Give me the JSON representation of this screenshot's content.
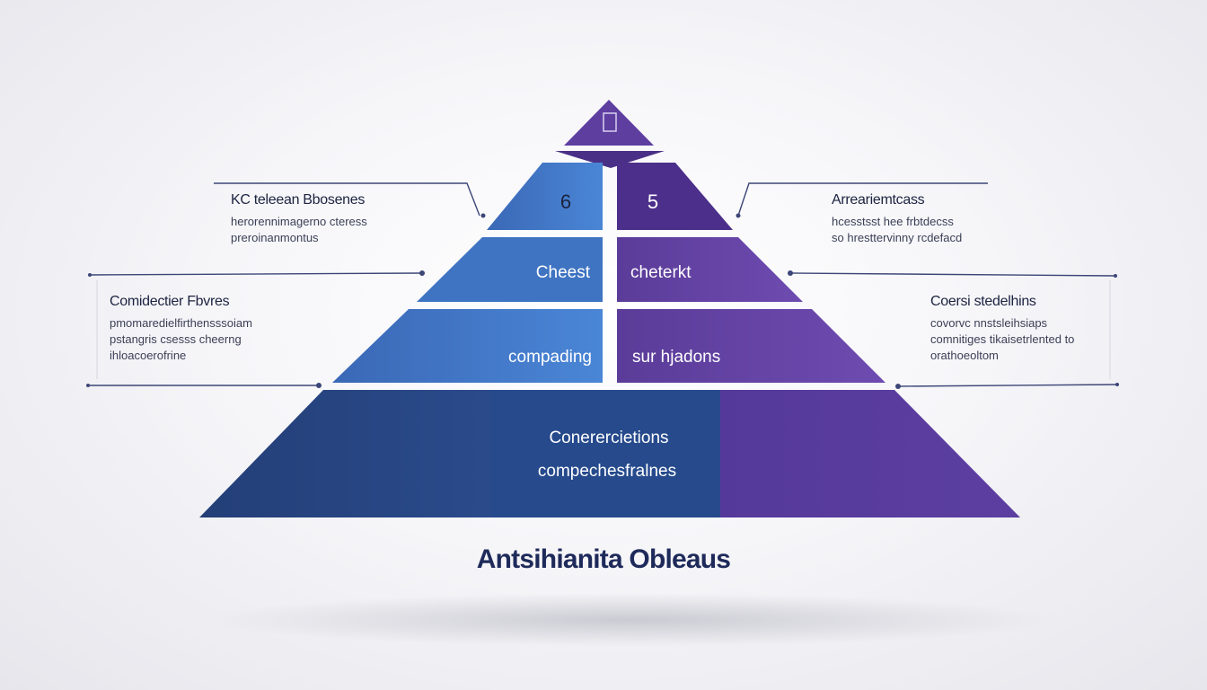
{
  "pyramid": {
    "tier1": {
      "left_label": "6",
      "right_label": "5"
    },
    "tier2": {
      "left_label": "Cheest",
      "right_label": "cheterkt"
    },
    "tier3": {
      "left_label": "compading",
      "right_label": "sur hjadons"
    },
    "base": {
      "line1": "Conerercietions",
      "line2": "compechesfralnes"
    }
  },
  "callouts": {
    "top_left": {
      "title": "KC teleean Bbosenes",
      "lines": [
        "herorennimagerno cteress",
        "preroinanmontus"
      ]
    },
    "mid_left": {
      "title": "Comidectier Fbvres",
      "lines": [
        "pmomaredielfirthensssoiam",
        "pstangris csesss  cheerng",
        "ihloacoerofrine"
      ]
    },
    "top_right": {
      "title": "Arreariemtcass",
      "lines": [
        "hcesstsst  hee frbtdecss",
        "so  hresttervinny rcdefacd"
      ]
    },
    "mid_right": {
      "title": "Coersi stedelhins",
      "lines": [
        "covorvc nnstsleihsiaps",
        "comnitiges  tikaisetrlented to",
        "orathoeoltom"
      ]
    }
  },
  "footer": {
    "title": "Antsihianita Obleaus"
  },
  "colors": {
    "blue_dark": "#233f78",
    "blue": "#3d73c4",
    "purple": "#5b3c99",
    "purple_dark": "#4a2f86",
    "label_dark": "#1c2340"
  }
}
